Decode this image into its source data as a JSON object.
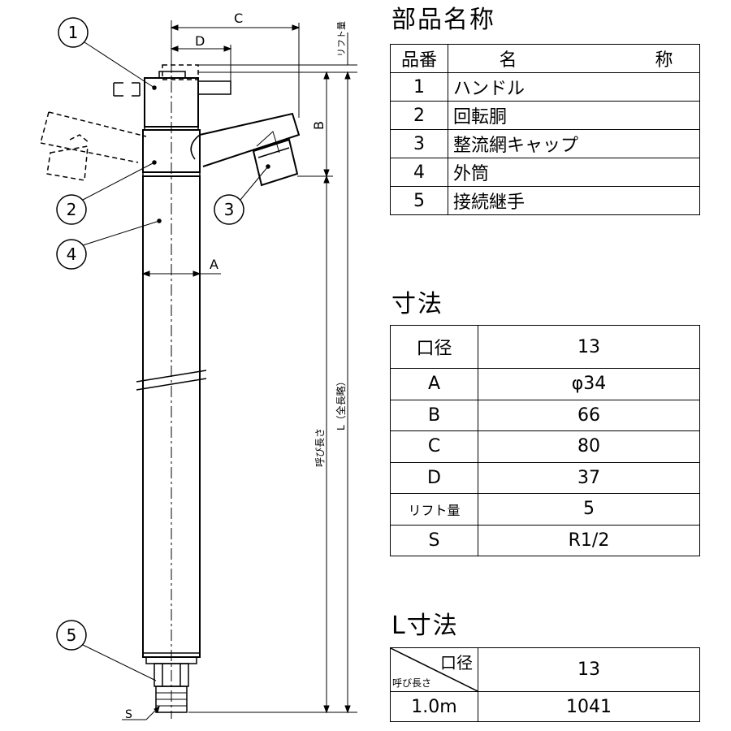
{
  "drawing": {
    "callouts": [
      "1",
      "2",
      "3",
      "4",
      "5"
    ],
    "dim_labels": {
      "c": "C",
      "d": "D",
      "b": "B",
      "a": "A",
      "s": "S",
      "lift": "リフト量",
      "l_total": "L（全長略）",
      "nominal_length": "呼び長さ"
    }
  },
  "parts": {
    "title": "部品名称",
    "header_no": "品番",
    "header_name_a": "名",
    "header_name_b": "称",
    "rows": [
      {
        "no": "1",
        "name": "ハンドル"
      },
      {
        "no": "2",
        "name": "回転胴"
      },
      {
        "no": "3",
        "name": "整流網キャップ"
      },
      {
        "no": "4",
        "name": "外筒"
      },
      {
        "no": "5",
        "name": "接続継手"
      }
    ]
  },
  "dimensions": {
    "title": "寸法",
    "rows": [
      {
        "label": "口径",
        "value": "13"
      },
      {
        "label": "A",
        "value": "φ34"
      },
      {
        "label": "B",
        "value": "66"
      },
      {
        "label": "C",
        "value": "80"
      },
      {
        "label": "D",
        "value": "37"
      },
      {
        "label": "リフト量",
        "value": "5"
      },
      {
        "label": "S",
        "value": "R1/2"
      }
    ]
  },
  "l_dimensions": {
    "title": "L寸法",
    "corner_top": "口径",
    "corner_bottom": "呼び長さ",
    "header_value": "13",
    "rows": [
      {
        "label": "1.0m",
        "value": "1041"
      }
    ]
  }
}
